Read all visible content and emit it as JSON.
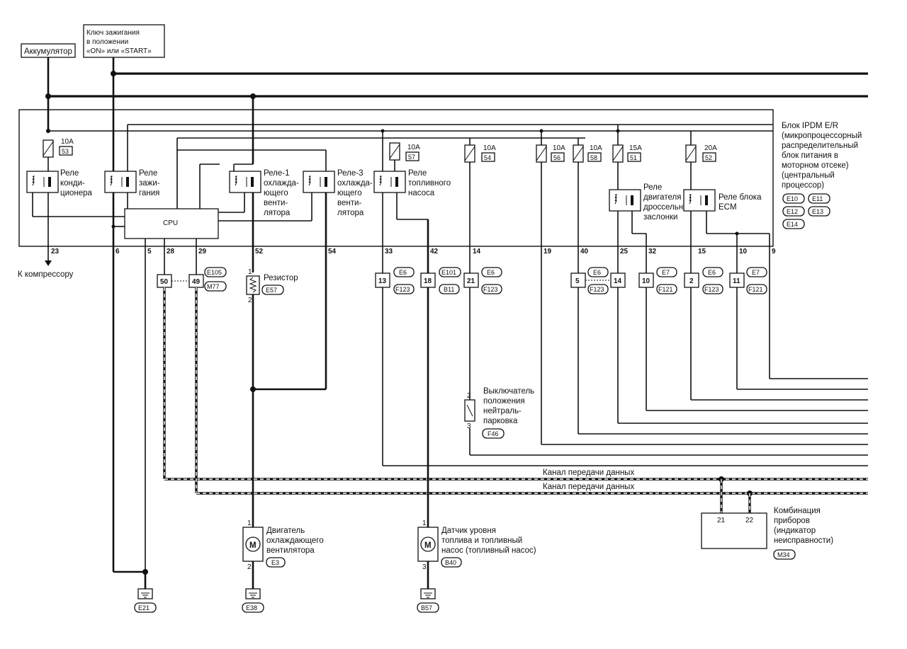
{
  "power": {
    "battery": "Аккумулятор",
    "ignition": "Ключ зажигания в положении «ON» или «START»",
    "ignition_lines": [
      "Ключ зажигания",
      "в положении",
      "«ON» или «START»"
    ]
  },
  "ipdm": {
    "lines": [
      "Блок IPDM E/R",
      "(микропроцессорный",
      "распределительный",
      "блок питания в",
      "моторном отсеке)",
      "(центральный",
      "процессор)"
    ],
    "connectors": [
      "E10",
      "E11",
      "E12",
      "E13",
      "E14"
    ],
    "cpu": "CPU"
  },
  "fuses": [
    {
      "amp": "10A",
      "num": "53"
    },
    {
      "amp": "10A",
      "num": "57"
    },
    {
      "amp": "10A",
      "num": "54"
    },
    {
      "amp": "10A",
      "num": "56"
    },
    {
      "amp": "10A",
      "num": "58"
    },
    {
      "amp": "15A",
      "num": "51"
    },
    {
      "amp": "20A",
      "num": "52"
    }
  ],
  "relays": {
    "ac": [
      "Реле",
      "конди-",
      "ционера"
    ],
    "ignition": [
      "Реле",
      "зажи-",
      "гания"
    ],
    "fan1": [
      "Реле-1",
      "охлажда-",
      "ющего",
      "венти-",
      "лятора"
    ],
    "fan3": [
      "Реле-3",
      "охлажда-",
      "ющего",
      "венти-",
      "лятора"
    ],
    "fuel_pump": [
      "Реле",
      "топливного",
      "насоса"
    ],
    "throttle": [
      "Реле",
      "двигателя",
      "дроссельн.",
      "заслонки"
    ],
    "ecm": [
      "Реле блока",
      "ECM"
    ]
  },
  "terminals": [
    "23",
    "6",
    "5",
    "28",
    "29",
    "52",
    "54",
    "33",
    "42",
    "14",
    "19",
    "40",
    "25",
    "32",
    "15",
    "10",
    "9"
  ],
  "compressor": "К компрессору",
  "joints": {
    "j50": "50",
    "j49": "49",
    "e105": "E105",
    "m77": "M77",
    "resistor": "Резистор",
    "e57": "E57",
    "r_pin1": "1",
    "r_pin2": "2"
  },
  "connectors_row": [
    {
      "pin": "13",
      "top": "E6",
      "bottom": "F123"
    },
    {
      "pin": "18",
      "top": "E101",
      "bottom": "B11"
    },
    {
      "pin": "21",
      "top": "E6",
      "bottom": "F123"
    },
    {
      "pin": "5",
      "pin2": "14",
      "top": "E6",
      "bottom": "F123"
    },
    {
      "pin": "10",
      "top": "E7",
      "bottom": "F121"
    },
    {
      "pin": "2",
      "top": "E6",
      "bottom": "F123"
    },
    {
      "pin": "11",
      "top": "E7",
      "bottom": "F121"
    }
  ],
  "neutral_switch": {
    "lines": [
      "Выключатель",
      "положения",
      "нейтраль-",
      "парковка"
    ],
    "code": "F46",
    "pin_top": "2",
    "pin_bottom": "3"
  },
  "can": {
    "line1": "Канал передачи данных",
    "line2": "Канал передачи данных"
  },
  "combination_meter": {
    "lines": [
      "Комбинация",
      "приборов",
      "(индикатор",
      "неисправности)"
    ],
    "code": "M34",
    "pins": [
      "21",
      "22"
    ]
  },
  "fan_motor": {
    "lines": [
      "Двигатель",
      "охлаждающего",
      "вентилятора"
    ],
    "code": "E3",
    "symbol": "M",
    "pin_top": "1",
    "pin_bottom": "2"
  },
  "fuel_sensor": {
    "lines": [
      "Датчик уровня",
      "топлива и топливный",
      "насос (топливный насос)"
    ],
    "code": "B40",
    "symbol": "M",
    "pin_top": "1",
    "pin_bottom": "3"
  },
  "grounds": [
    "E21",
    "E38",
    "B57"
  ]
}
